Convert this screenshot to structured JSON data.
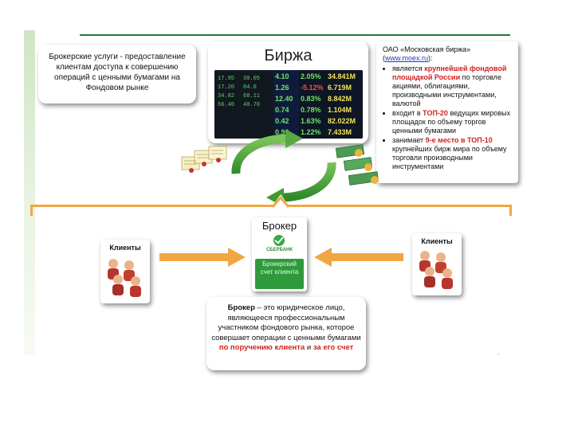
{
  "brokerage": {
    "text": "Брокерские услуги - предоставление клиентам доступа к совершению операций с ценными бумагами на Фондовом рынке"
  },
  "exchange": {
    "title": "Биржа",
    "ticker_values": [
      "4.10",
      "2.05%",
      "34.841M",
      "1.26",
      "-5.12%",
      "6.719M",
      "12.40",
      "0.83%",
      "8.842M",
      "0.74",
      "0.78%",
      "1.104M",
      "0.42",
      "1.63%",
      "82.022M",
      "0.90",
      "1.22%",
      "7.433M"
    ],
    "ticker_left": [
      "17.95",
      "30.05",
      "17.20",
      "84.0",
      "34.82",
      "68.11",
      "56.40",
      "40.70"
    ]
  },
  "moex": {
    "intro_pre": "ОАО «Московская биржа»",
    "intro_link": "www.moex.ru",
    "b1_pre": "является ",
    "b1_red": "крупнейшей фондовой площадкой России",
    "b1_post": " по торговле акциями, облигациями, производными инструментами, валютой",
    "b2_pre": "входит в ",
    "b2_red": "ТОП-20",
    "b2_post": " ведущих мировых площадок по объему торгов ценными бумагами",
    "b3_pre": "занимает ",
    "b3_red": "9-е место в ТОП-10",
    "b3_post": " крупнейших бирж мира по объему торговли производными инструментами"
  },
  "broker": {
    "title": "Брокер",
    "bank": "СБЕРБАНК",
    "account": "Брокерский счет клиента"
  },
  "clients_left": {
    "label": "Клиенты"
  },
  "clients_right": {
    "label": "Клиенты"
  },
  "definition": {
    "term": "Брокер",
    "mid": " – это юридическое лицо, являющееся профессиональным участником фондового рынка, которое совершает операции с ценными бумагами ",
    "red1": "по поручению клиента",
    "and": " и ",
    "red2": "за его счет"
  },
  "colors": {
    "accent_green": "#1e7a3a",
    "arrow_green": "#3f9b2f",
    "arrow_orange": "#f0a742",
    "highlight_red": "#d21f1f"
  }
}
